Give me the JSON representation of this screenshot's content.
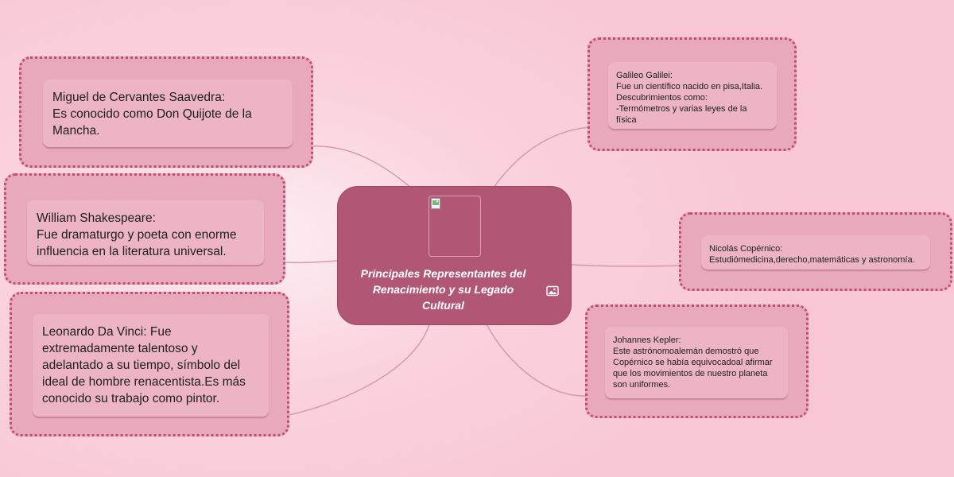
{
  "central_topic": {
    "title": "Principales Representantes del\nRenacimiento y su Legado\nCultural",
    "image_icon": "image-icon",
    "broken_image_icon": "broken-image-icon"
  },
  "topics": {
    "cervantes": "Miguel de Cervantes Saavedra:\nEs conocido como Don Quijote de la\nMancha.",
    "shakespeare": "William Shakespeare:\nFue dramaturgo y poeta con enorme\ninfluencia en la literatura universal.",
    "davinci": "Leonardo Da Vinci: Fue\nextremadamente talentoso y\nadelantado a su tiempo, símbolo del\nideal de hombre renacentista.Es más\nconocido su trabajo como pintor.",
    "galileo": "Galileo Galilei:\nFue un científico nacido en pisa,Italia.\nDescubrimientos como:\n-Termómetros y varias leyes de la\nfísica",
    "copernico": "Nicolás Copérnico:\nEstudiómedicina,derecho,matemáticas y astronomía.",
    "kepler": "Johannes Kepler:\nEste astrónomoalemán demostró que\nCopérnico se había equivocadoal afirmar\nque los movimientos de nuestro planeta\nson uniformes."
  },
  "colors": {
    "background": "#f8c6d5",
    "central_fill": "#b25676",
    "node_fill": "#e8a9bc",
    "node_border": "#c24d74",
    "card_fill": "#ecb4c4",
    "connector": "#d49aad"
  }
}
